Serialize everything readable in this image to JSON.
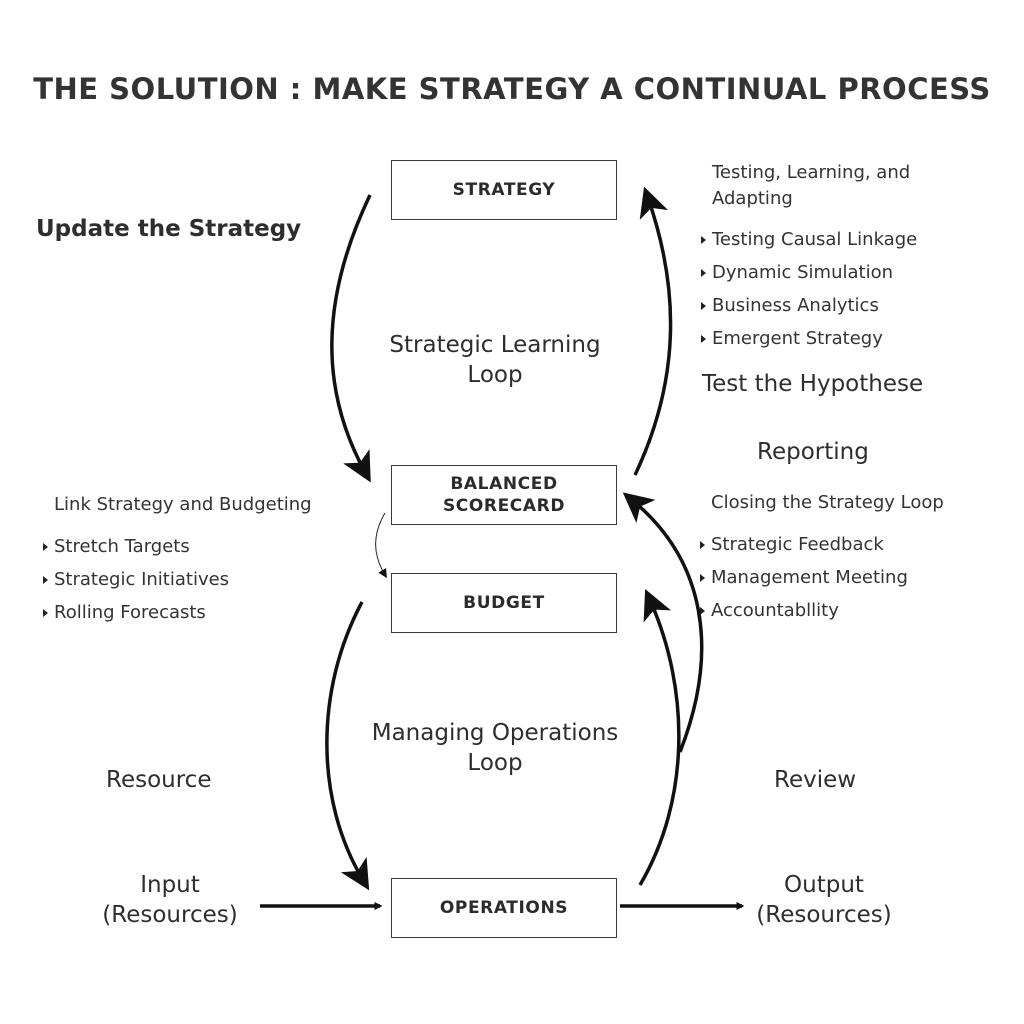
{
  "title": "THE SOLUTION : MAKE STRATEGY A CONTINUAL PROCESS",
  "boxes": {
    "strategy": "STRATEGY",
    "balanced_scorecard": "BALANCED SCORECARD",
    "budget": "BUDGET",
    "operations": "OPERATIONS"
  },
  "loops": {
    "strategic_learning": "Strategic Learning Loop",
    "managing_operations": "Managing Operations Loop"
  },
  "left": {
    "update_strategy": "Update the Strategy",
    "link_heading": "Link Strategy and Budgeting",
    "link_items": [
      "Stretch Targets",
      "Strategic Initiatives",
      "Rolling Forecasts"
    ],
    "resource": "Resource",
    "input": "Input",
    "input_sub": "(Resources)"
  },
  "right": {
    "testing_heading": "Testing, Learning, and Adapting",
    "testing_items": [
      "Testing Causal Linkage",
      "Dynamic Simulation",
      "Business Analytics",
      "Emergent Strategy"
    ],
    "test_hypothese": "Test the Hypothese",
    "reporting": "Reporting",
    "closing_heading": "Closing the Strategy Loop",
    "closing_items": [
      "Strategic Feedback",
      "Management Meeting",
      "Accountabllity"
    ],
    "review": "Review",
    "output": "Output",
    "output_sub": "(Resources)"
  },
  "colors": {
    "ink": "#111111",
    "text": "#2e2e2e",
    "border": "#3a3a3a"
  }
}
